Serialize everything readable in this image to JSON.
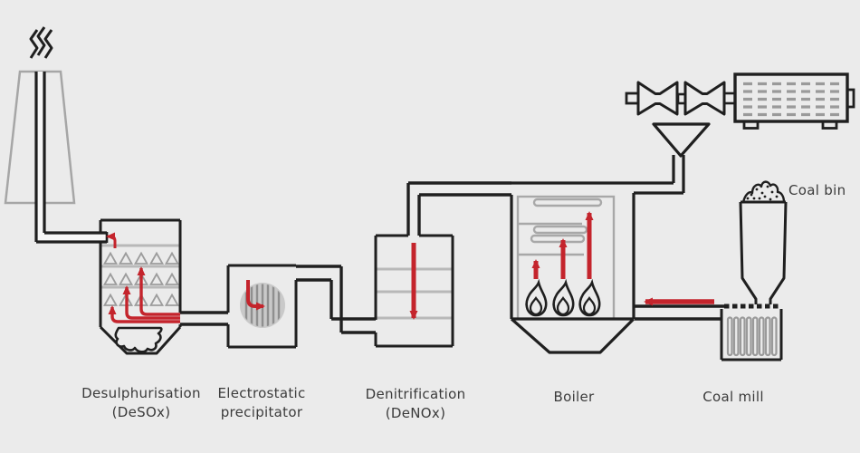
{
  "colors": {
    "background": "#ebebeb",
    "outline": "#1f1f1f",
    "red": "#c4242c",
    "gray_light": "#b8b8b8",
    "gray_mid": "#9c9c9c",
    "gray_detail": "#a8a8a8",
    "gray_fill": "#c9c9c9",
    "stripe": "#8f8f8f",
    "vent_gray": "#9a9a9a",
    "chimney_outline": "#a6a6a6",
    "pipe_fill": "#f6f6f6",
    "label": "#3b3b3b"
  },
  "labels": {
    "desulphurisation_line1": "Desulphurisation",
    "desulphurisation_line2": "(DeSOx)",
    "electrostatic_line1": "Electrostatic",
    "electrostatic_line2": "precipitator",
    "denitrification_line1": "Denitrification",
    "denitrification_line2": "(DeNOx)",
    "boiler": "Boiler",
    "coal_mill": "Coal mill",
    "coal_bin": "Coal bin"
  },
  "components": [
    "chimney",
    "smoke",
    "desulphurisation-unit",
    "electrostatic-precipitator",
    "denitrification-unit",
    "boiler",
    "steam-funnel",
    "turbine",
    "generator",
    "coal-bin",
    "coal-mill",
    "flue-gas-flow-arrows",
    "coal-feed-arrow"
  ]
}
